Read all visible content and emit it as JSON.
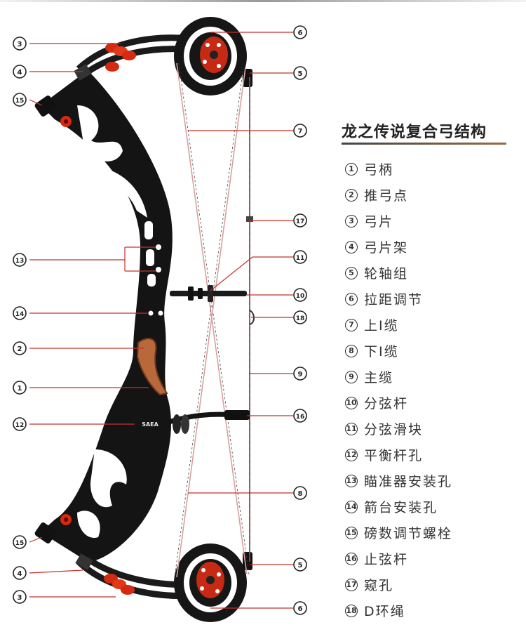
{
  "title": "龙之传说复合弓结构",
  "legend": [
    {
      "num": "1",
      "text": "弓柄"
    },
    {
      "num": "2",
      "text": "推弓点"
    },
    {
      "num": "3",
      "text": "弓片"
    },
    {
      "num": "4",
      "text": "弓片架"
    },
    {
      "num": "5",
      "text": "轮轴组"
    },
    {
      "num": "6",
      "text": "拉距调节"
    },
    {
      "num": "7",
      "text": "上I缆"
    },
    {
      "num": "8",
      "text": "下I缆"
    },
    {
      "num": "9",
      "text": "主缆"
    },
    {
      "num": "10",
      "text": "分弦杆"
    },
    {
      "num": "11",
      "text": "分弦滑块"
    },
    {
      "num": "12",
      "text": "平衡杆孔"
    },
    {
      "num": "13",
      "text": "瞄准器安装孔"
    },
    {
      "num": "14",
      "text": "箭台安装孔"
    },
    {
      "num": "15",
      "text": "磅数调节螺栓"
    },
    {
      "num": "16",
      "text": "止弦杆"
    },
    {
      "num": "17",
      "text": "窥孔"
    },
    {
      "num": "18",
      "text": "D环绳"
    }
  ],
  "callouts": {
    "left": [
      "3",
      "4",
      "15",
      "13",
      "14",
      "2",
      "1",
      "12",
      "15",
      "4",
      "3"
    ],
    "right": [
      "6",
      "5",
      "7",
      "17",
      "11",
      "10",
      "18",
      "9",
      "16",
      "8",
      "5",
      "6"
    ]
  },
  "grip_logo": "SAEA",
  "colors": {
    "accent_red": "#d42a12",
    "riser": "#141414",
    "grip_wood": "#b8683a",
    "title_rule_end": "#9a6a45"
  }
}
